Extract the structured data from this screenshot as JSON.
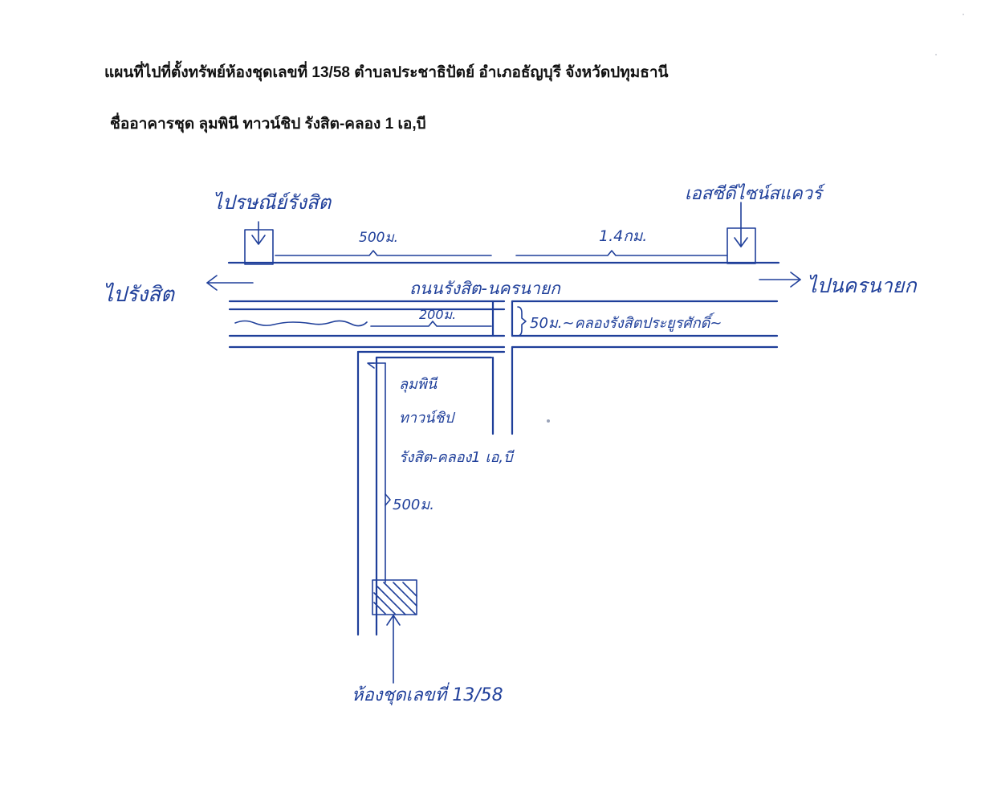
{
  "document": {
    "title": "แผนที่ไปที่ตั้งทรัพย์ห้องชุดเลขที่ 13/58 ตำบลประชาธิปัตย์ อำเภอธัญบุรี จังหวัดปทุมธานี",
    "subtitle": "ชื่ออาคารชุด ลุมพินี ทาวน์ชิป รังสิต-คลอง 1 เอ,บี"
  },
  "map": {
    "colors": {
      "ink": "#1f3f9a",
      "text": "#111111",
      "paper": "#ffffff"
    },
    "labels": {
      "left_landmark": "ไปรษณีย์รังสิต",
      "right_landmark": "เอสซีดีไซน์สแควร์",
      "dist_left": "500ม.",
      "dist_right": "1.4กม.",
      "to_left": "ไปรังสิต",
      "to_right": "ไปนครนายก",
      "main_road": "ถนนรังสิต-นครนายก",
      "dist_canal": "200ม.",
      "canal": "50ม.~คลองรังสิตประยูรศักดิ์~",
      "project_line1": "ลุมพินี",
      "project_line2": "ทาวน์ชิป",
      "project_line3": "รังสิต-คลอง1 เอ,บี",
      "dist_soi": "500ม.",
      "unit": "ห้องชุดเลขที่ 13/58"
    }
  }
}
